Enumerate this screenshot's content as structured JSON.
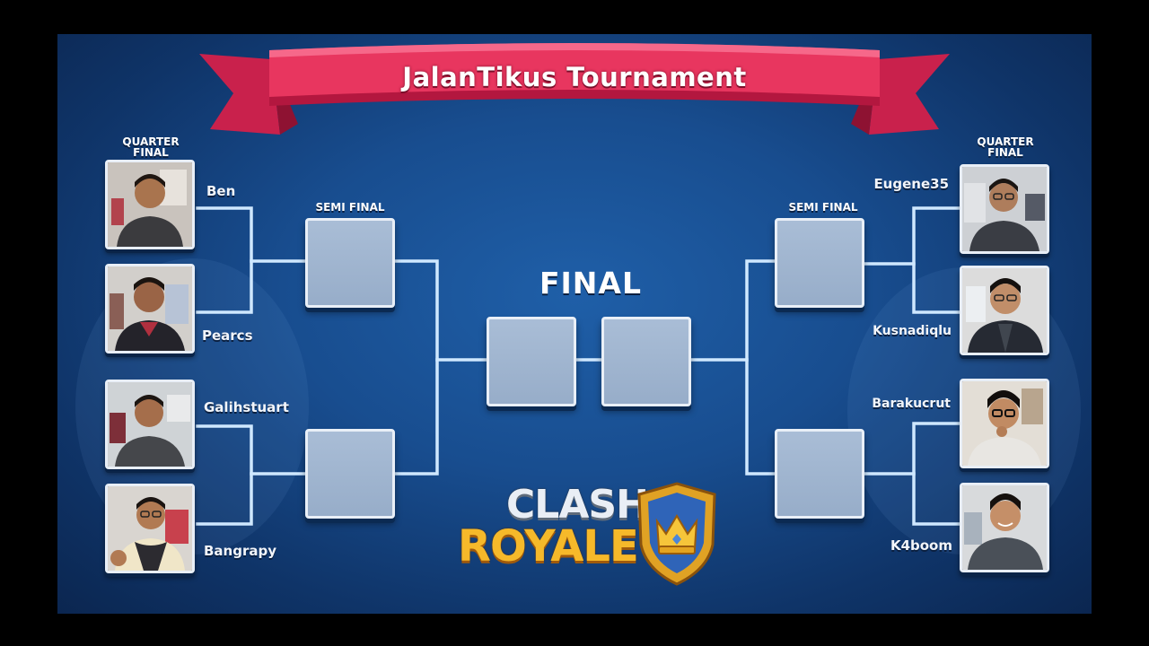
{
  "tournament": {
    "title": "JalanTikus Tournament"
  },
  "stages": {
    "quarter_final": "QUARTER\nFINAL",
    "semi_final": "SEMI FINAL",
    "final": "FINAL"
  },
  "players": {
    "left": [
      "Ben",
      "Pearcs",
      "Galihstuart",
      "Bangrapy"
    ],
    "right": [
      "Eugene35",
      "Kusnadiqlu",
      "Barakucrut",
      "K4boom"
    ]
  },
  "logo": {
    "line1": "CLASH",
    "line2": "ROYALE",
    "emblem": "crown-shield-icon"
  },
  "colors": {
    "background": "#184d8f",
    "ribbon": "#e8365f",
    "bracket_line": "#cfe8ff",
    "slot": "#a3b8d2",
    "logo_gold": "#f6b92a"
  }
}
